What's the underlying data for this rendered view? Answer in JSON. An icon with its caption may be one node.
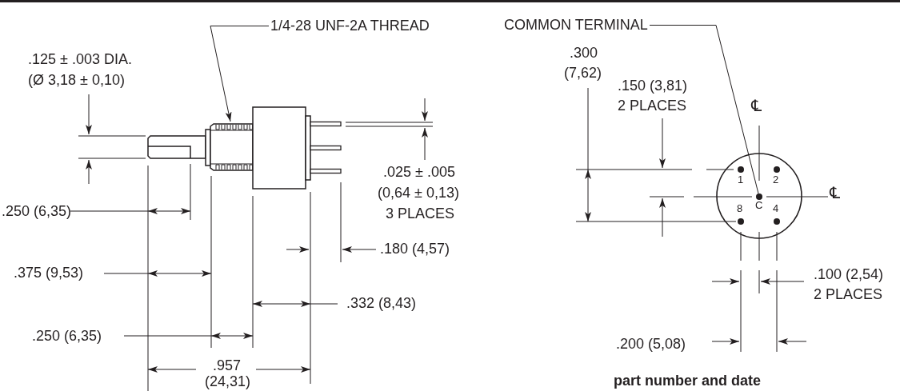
{
  "diagram": {
    "nodes": [
      {
        "text": [
          "1/4-28 UNF-2A THREAD"
        ]
      },
      {
        "text": [
          "COMMON TERMINAL"
        ]
      },
      {
        "text": [],
        "shape": "circle"
      }
    ],
    "edges": [
      {
        "from": 0,
        "to": null,
        "arrow": "to"
      },
      {
        "from": 1,
        "to": 2,
        "arrow": "none"
      }
    ],
    "labels": [
      ".125 ± .003 DIA.",
      "(Ø 3,18 ± 0,10)",
      ".025 ± .005",
      "(0,64 ± 0,13)",
      "3 PLACES",
      ".250 (6,35)",
      ".180 (4,57)",
      ".375 (9,53)",
      ".332 (8,43)",
      ".250 (6,35)",
      ".957",
      "(24,31)",
      ".300",
      "(7,62)",
      ".150 (3,81)",
      "2 PLACES",
      "℄",
      "1",
      "2",
      "℄",
      "8",
      "C",
      "4",
      ".100 (2,54)",
      "2 PLACES",
      ".200 (5,08)",
      "part number and date"
    ]
  }
}
